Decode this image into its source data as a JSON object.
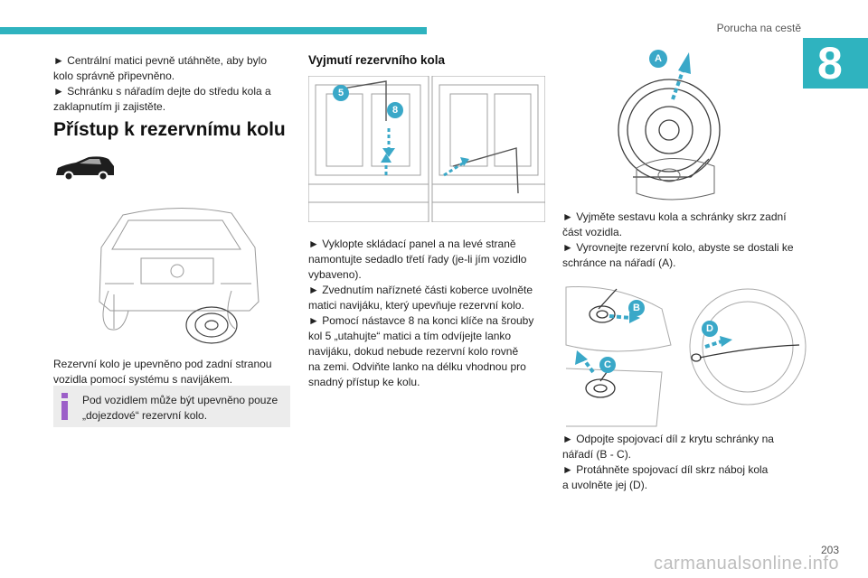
{
  "header": {
    "section_title": "Porucha na cestě",
    "chapter_number": "8"
  },
  "col1": {
    "para1": [
      "► Centrální matici pevně utáhněte, aby bylo",
      "kolo správně připevněno.",
      "► Schránku s nářadím dejte do středu kola a",
      "zaklapnutím ji zajistěte."
    ],
    "heading": "Přístup k rezervnímu kolu",
    "para2": [
      "Rezervní kolo je upevněno pod zadní stranou",
      "vozidla pomocí systému s navijákem."
    ],
    "note": [
      "Pod vozidlem může být upevněno pouze",
      "„dojezdové“ rezervní kolo."
    ]
  },
  "col2": {
    "heading": "Vyjmutí rezervního kola",
    "callouts": [
      "5",
      "8"
    ],
    "para": [
      "► Vyklopte skládací panel a na levé straně",
      "namontujte sedadlo třetí řady (je-li jím vozidlo",
      "vybaveno).",
      "► Zvednutím nařízneté části koberce uvolněte",
      "matici navijáku, který upevňuje rezervní kolo.",
      "► Pomocí nástavce 8 na konci klíče na šrouby",
      "kol 5 „utahujte“ matici a tím odvíjejte lanko",
      "navijáku, dokud nebude rezervní kolo rovně",
      "na zemi. Odviňte lanko na délku vhodnou pro",
      "snadný přístup ke kolu."
    ]
  },
  "col3": {
    "callouts": [
      "A",
      "B",
      "C",
      "D"
    ],
    "para1": [
      "► Vyjměte sestavu kola a schránky skrz zadní",
      "část vozidla.",
      "► Vyrovnejte rezervní kolo, abyste se dostali ke",
      "schránce na nářadí (A)."
    ],
    "para2": [
      "► Odpojte spojovací díl z krytu schránky na",
      "nářadí (B - C).",
      "► Protáhněte spojovací díl skrz náboj kola",
      "a uvolněte jej (D)."
    ]
  },
  "footer": {
    "page_number": "203",
    "watermark": "carmanualsonline.info"
  },
  "colors": {
    "accent": "#2fb3bf",
    "callout": "#3aa8c8",
    "note_bg": "#ececec",
    "note_icon": "#9c5fc8"
  },
  "icons": [
    "car-silhouette-icon",
    "info-icon"
  ]
}
